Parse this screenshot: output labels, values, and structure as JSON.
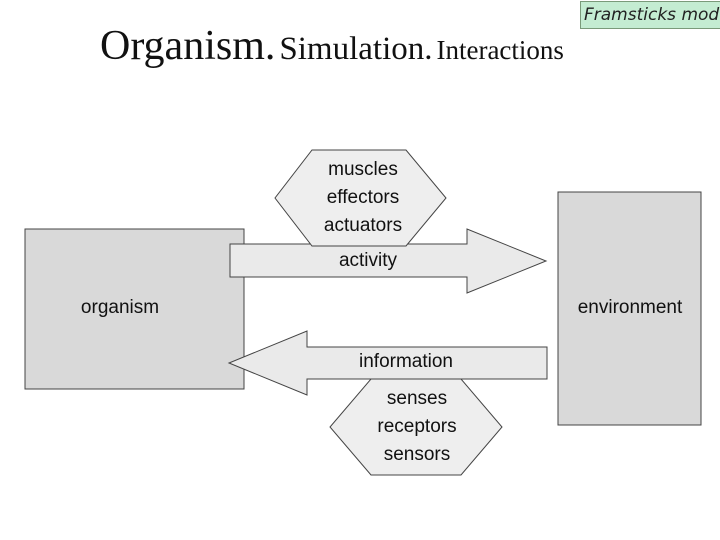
{
  "badge": {
    "text": "Framsticks mode"
  },
  "title": {
    "part1": "Organism.",
    "part2": "Simulation.",
    "part3": "Interactions"
  },
  "diagram": {
    "organism_label": "organism",
    "environment_label": "environment",
    "activity_label": "activity",
    "information_label": "information",
    "effectors_lines": [
      "muscles",
      "effectors",
      "actuators"
    ],
    "sensors_lines": [
      "senses",
      "receptors",
      "sensors"
    ]
  },
  "colors": {
    "box_fill": "#d9d9d9",
    "arrow_fill": "#eaeaea",
    "hexagon_fill": "#eeeeee",
    "badge_fill": "#c4ecd2",
    "stroke": "#444444"
  }
}
